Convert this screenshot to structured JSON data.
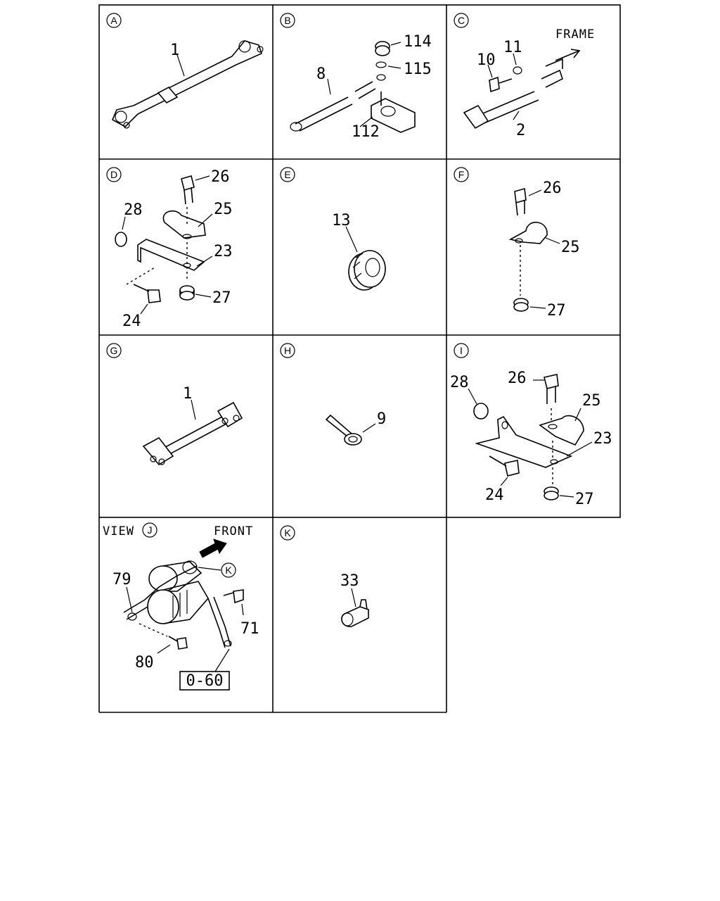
{
  "panels": [
    {
      "id": "A",
      "callouts": [
        "1"
      ]
    },
    {
      "id": "B",
      "callouts": [
        "114",
        "115",
        "8",
        "112"
      ]
    },
    {
      "id": "C",
      "callouts": [
        "10",
        "11",
        "2"
      ],
      "note": "FRAME"
    },
    {
      "id": "D",
      "callouts": [
        "26",
        "28",
        "25",
        "23",
        "27",
        "24"
      ]
    },
    {
      "id": "E",
      "callouts": [
        "13"
      ]
    },
    {
      "id": "F",
      "callouts": [
        "26",
        "25",
        "27"
      ]
    },
    {
      "id": "G",
      "callouts": [
        "1"
      ]
    },
    {
      "id": "H",
      "callouts": [
        "9"
      ]
    },
    {
      "id": "I",
      "callouts": [
        "28",
        "26",
        "25",
        "23",
        "24",
        "27"
      ]
    },
    {
      "id": "J",
      "view_label": "VIEW",
      "callouts": [
        "79",
        "71",
        "80"
      ],
      "note": "FRONT",
      "ref_marker": "K",
      "ref_box": "0-60"
    },
    {
      "id": "K",
      "callouts": [
        "33"
      ]
    }
  ]
}
